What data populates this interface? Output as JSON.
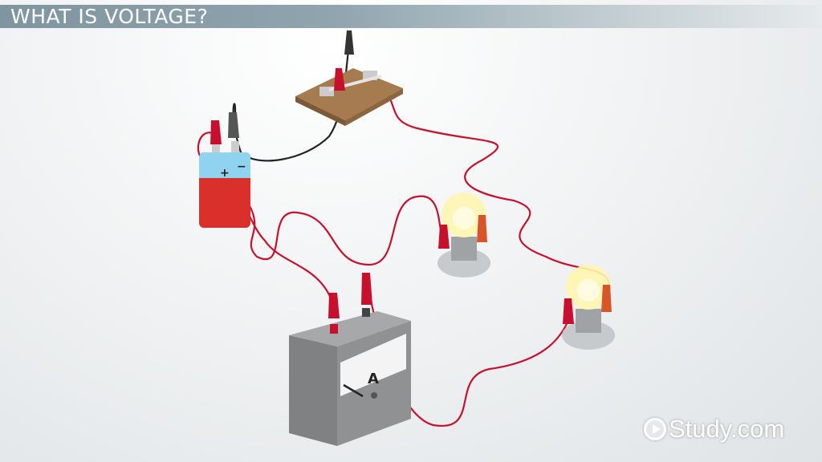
{
  "title": "WHAT IS VOLTAGE?",
  "battery": {
    "plus": "+",
    "minus": "−"
  },
  "ammeter": {
    "label": "A"
  },
  "logo": {
    "text": "Study.com"
  },
  "colors": {
    "wire_red": "#c8102e",
    "wire_black": "#222222",
    "battery_top": "#8fd3f0",
    "battery_body": "#d9302c",
    "meter": "#8a8c8e",
    "board": "#a57b4f"
  }
}
